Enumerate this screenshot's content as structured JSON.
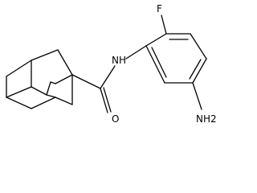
{
  "structure": {
    "atoms": {
      "fluorine": "F",
      "amide_nh": "NH",
      "carbonyl_oxygen": "O",
      "amino_group": "NH2"
    },
    "colors": {
      "bond": "#000000",
      "label": "#000000",
      "background": "#ffffff"
    }
  }
}
